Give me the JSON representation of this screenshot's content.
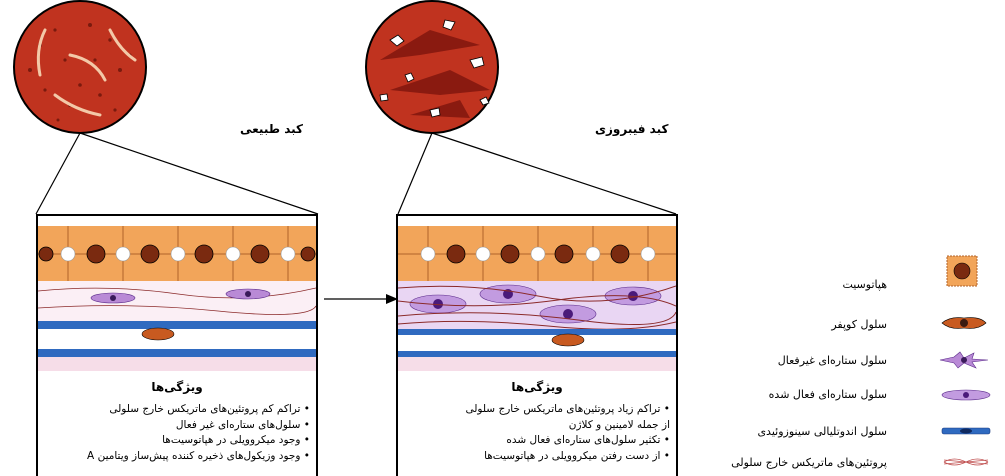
{
  "normal": {
    "title": "کبد طبیعی",
    "features_title": "ویژگی‌ها",
    "features": [
      "• تراکم کم پروتئین‌های ماتریکس خارج سلولی",
      "• سلول‌های ستاره‌ای غیر فعال",
      "• وجود میکروویلی در هپاتوسیت‌ها",
      "• وجود وزیکول‌های ذخیره کننده پیش‌ساز ویتامین A"
    ]
  },
  "fibrosis": {
    "title": "کبد فیبروزی",
    "features_title": "ویژگی‌ها",
    "features": [
      "• تراکم زیاد پروتئین‌های ماتریکس خارج سلولی",
      "از جمله لامینین و کلاژن",
      "• تکثیر سلول‌های ستاره‌ای فعال شده",
      "• از دست رفتن میکروویلی در هپاتوسیت‌ها"
    ]
  },
  "legend": [
    {
      "label": "هپاتوسیت",
      "icon": "hepatocyte-icon"
    },
    {
      "label": "سلول کوپفر",
      "icon": "kupffer-cell-icon"
    },
    {
      "label": "سلول ستاره‌ای غیرفعال",
      "icon": "quiescent-stellate-cell-icon"
    },
    {
      "label": "سلول ستاره‌ای فعال شده",
      "icon": "activated-stellate-cell-icon"
    },
    {
      "label": "سلول اندوتلیالی سینوزوئیدی",
      "icon": "endothelial-cell-icon"
    },
    {
      "label": "پروتئین‌های ماتریکس خارج سلولی",
      "icon": "ecm-protein-icon"
    }
  ],
  "colors": {
    "liver_red": "#c0331f",
    "hepatocyte": "#f2a55a",
    "nucleus": "#7a2a10",
    "stellate_inactive": "#b98ad6",
    "stellate_active": "#5a2a8a",
    "endothelial": "#2f6ac0",
    "ecm": "#8b2a2a"
  }
}
